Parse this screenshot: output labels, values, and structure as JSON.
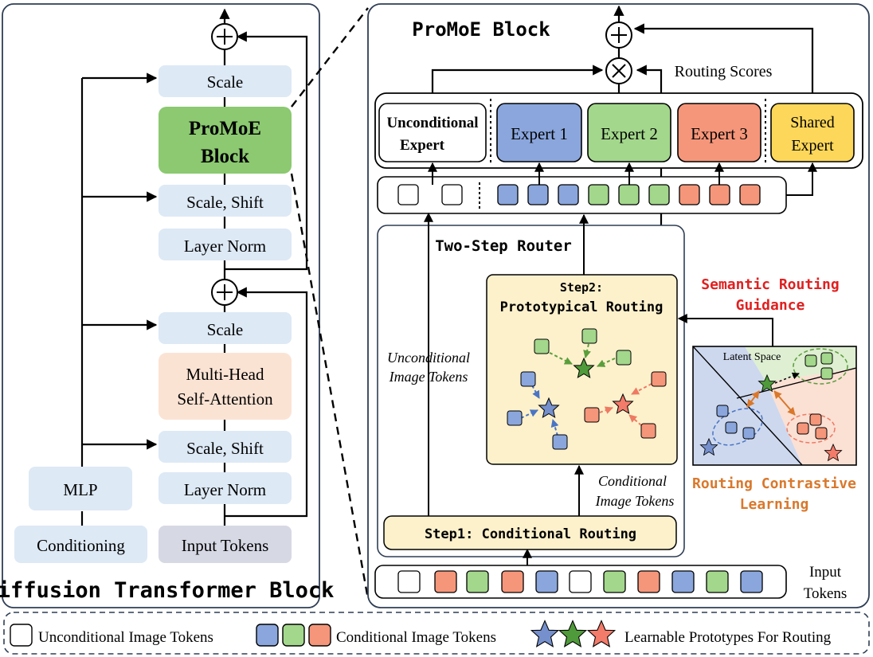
{
  "dit_block": {
    "title": "Diffusion Transformer Block",
    "scale_top": "Scale",
    "promoe_block_line1": "ProMoE",
    "promoe_block_line2": "Block",
    "scale_shift_top": "Scale, Shift",
    "layer_norm_top": "Layer Norm",
    "scale_mid": "Scale",
    "mhsa_line1": "Multi-Head",
    "mhsa_line2": "Self-Attention",
    "scale_shift_bottom": "Scale, Shift",
    "layer_norm_bottom": "Layer Norm",
    "mlp": "MLP",
    "conditioning": "Conditioning",
    "input_tokens": "Input Tokens"
  },
  "promoe": {
    "title": "ProMoE Block",
    "routing_scores": "Routing Scores",
    "experts": {
      "unconditional_line1": "Unconditional",
      "unconditional_line2": "Expert",
      "expert1": "Expert 1",
      "expert2": "Expert 2",
      "expert3": "Expert 3",
      "shared_line1": "Shared",
      "shared_line2": "Expert"
    },
    "router": {
      "title": "Two-Step Router",
      "step2_line1": "Step2:",
      "step2_line2": "Prototypical Routing",
      "step1": "Step1: Conditional Routing",
      "unconditional_tokens_line1": "Unconditional",
      "unconditional_tokens_line2": "Image Tokens",
      "conditional_tokens_line1": "Conditional",
      "conditional_tokens_line2": "Image Tokens"
    },
    "semantic_guidance_line1": "Semantic Routing",
    "semantic_guidance_line2": "Guidance",
    "latent_space": "Latent Space",
    "contrastive_line1": "Routing Contrastive",
    "contrastive_line2": "Learning",
    "input_tokens_line1": "Input",
    "input_tokens_line2": "Tokens"
  },
  "legend": {
    "unconditional": "Unconditional Image Tokens",
    "conditional": "Conditional Image Tokens",
    "prototypes": "Learnable Prototypes For Routing"
  },
  "colors": {
    "blue": "#8aa6dc",
    "green": "#a3d78c",
    "red": "#f5967a",
    "yellow": "#fcd75a",
    "light_blue_box": "#dde9f5",
    "promoe_green": "#8cc971",
    "mhsa_peach": "#fbe3d4",
    "step_yellow": "#fdf1cc",
    "semantic_red": "#e02020",
    "contrastive_orange": "#d9782c"
  }
}
